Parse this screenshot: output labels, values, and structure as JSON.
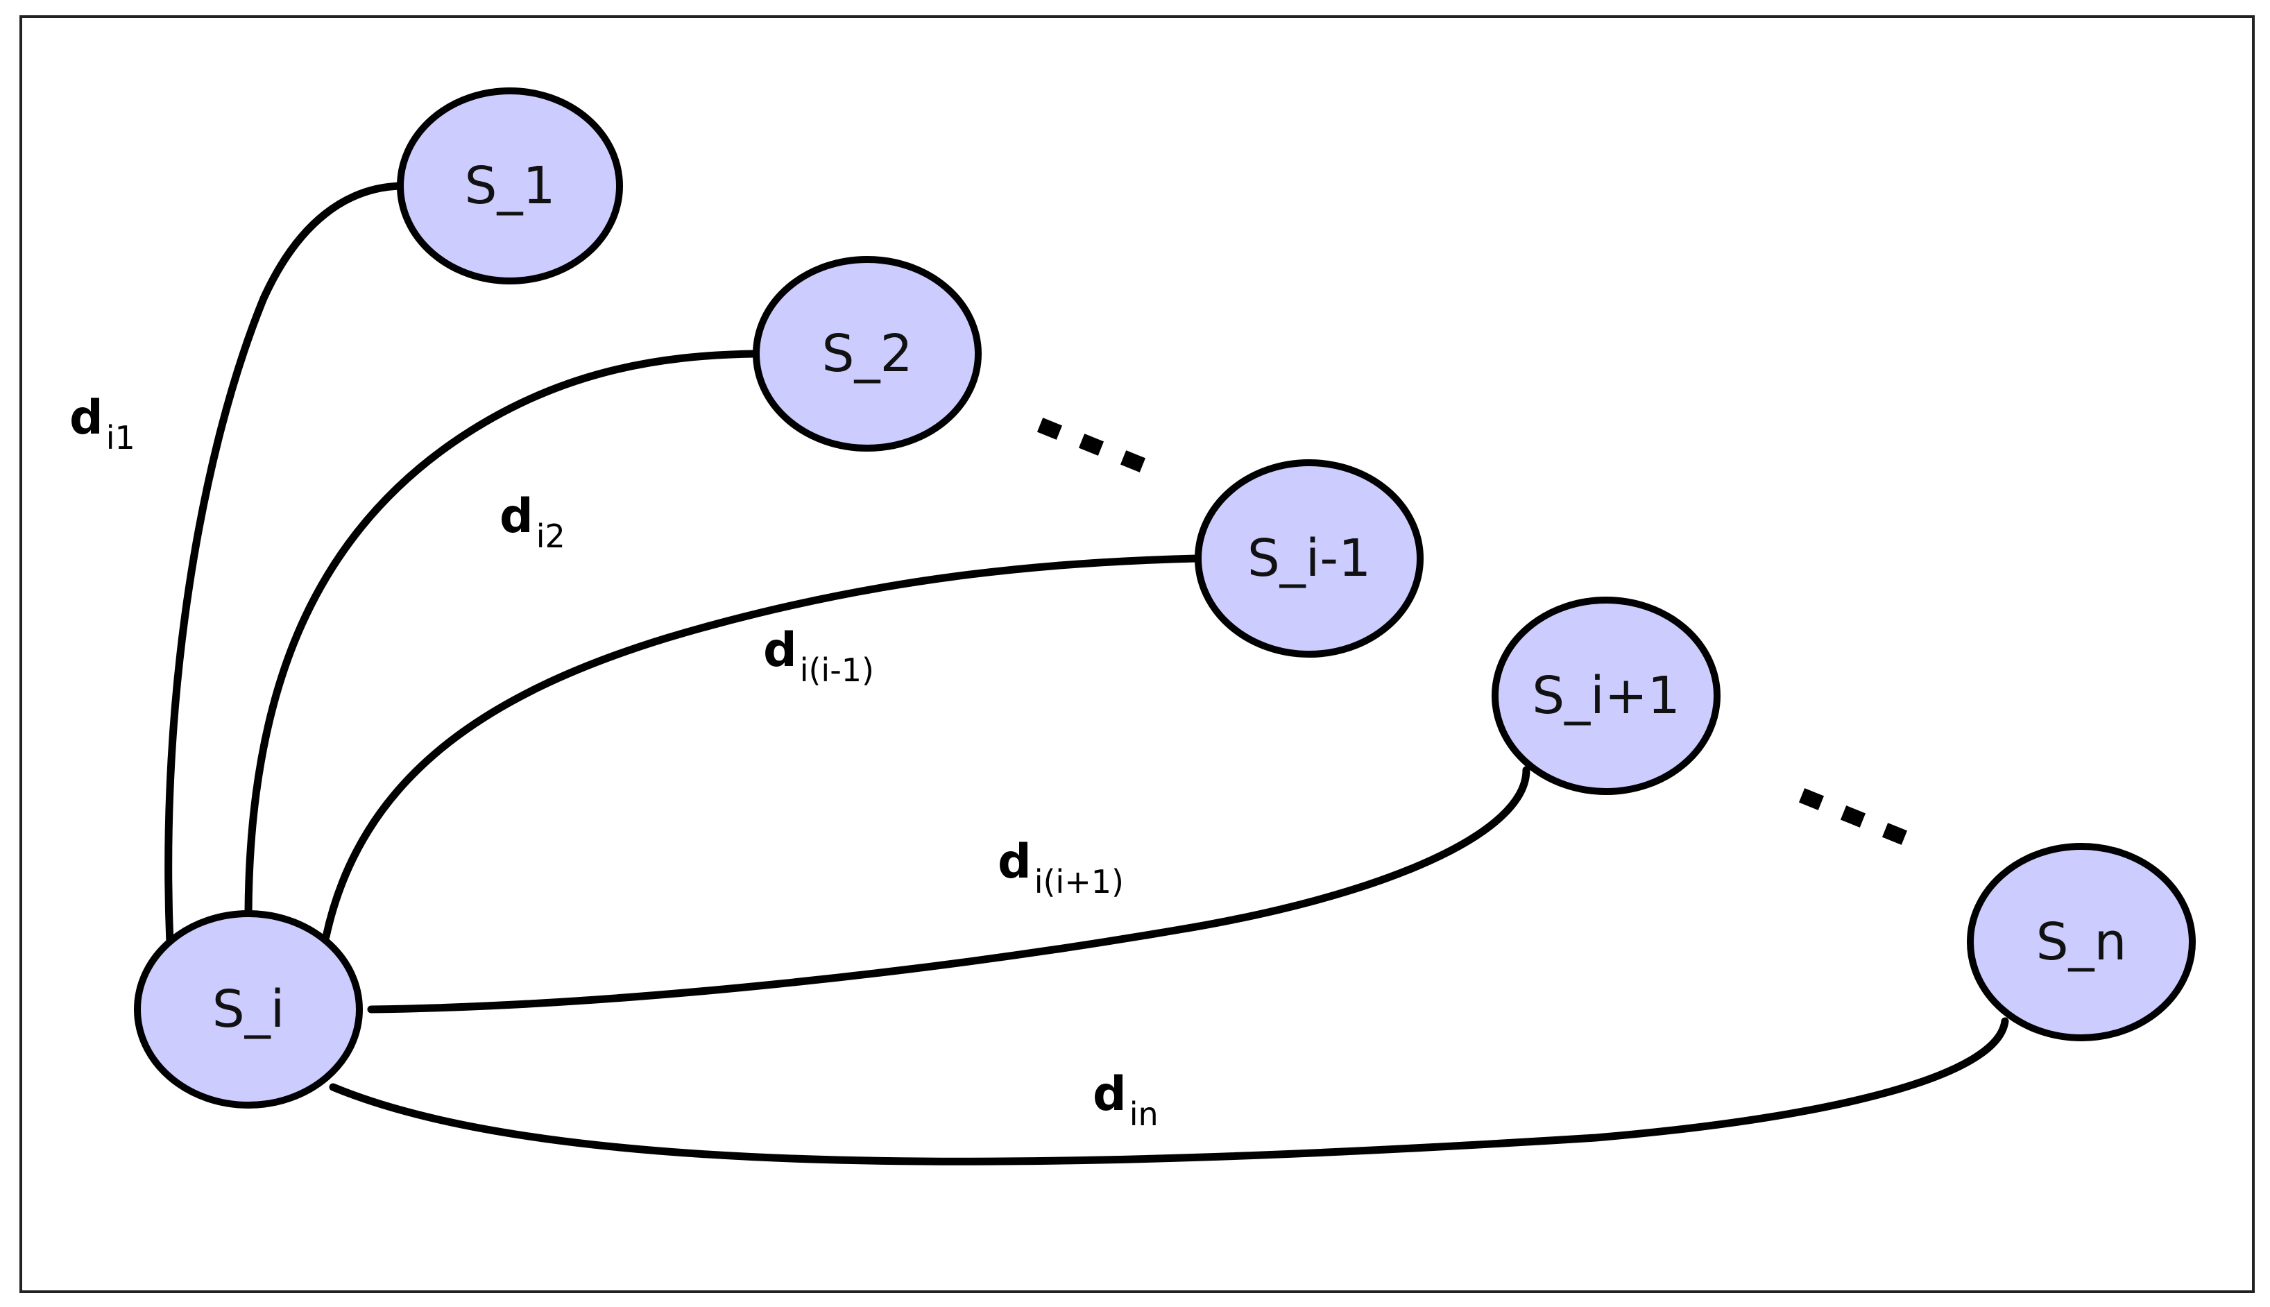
{
  "colors": {
    "node_fill": "#ccccff",
    "node_stroke": "#000000",
    "edge": "#000000",
    "frame": "#222222"
  },
  "nodes": {
    "s1": "S_1",
    "s2": "S_2",
    "si_minus_1": "S_i-1",
    "si_plus_1": "S_i+1",
    "sn": "S_n",
    "si": "S_i"
  },
  "edges": {
    "d_i1": {
      "main": "d",
      "sub": "i1"
    },
    "d_i2": {
      "main": "d",
      "sub": "i2"
    },
    "d_i_im1": {
      "main": "d",
      "sub": "i(i-1)"
    },
    "d_i_ip1": {
      "main": "d",
      "sub": "i(i+1)"
    },
    "d_in": {
      "main": "d",
      "sub": "in"
    }
  }
}
